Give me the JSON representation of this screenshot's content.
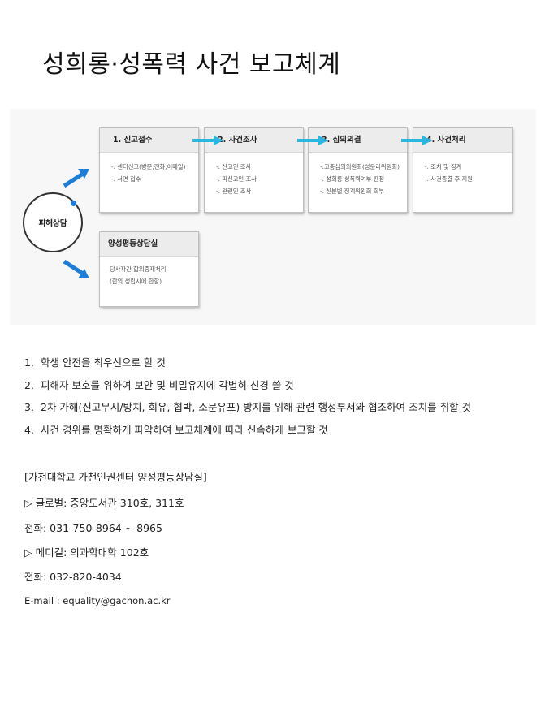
{
  "title": "성희롱·성폭력 사건 보고체계",
  "diagram": {
    "steps": [
      {
        "label": "1. 신고접수",
        "items": [
          "-. 센터신고(방문,전화,이메일)",
          "-. 서면 접수"
        ]
      },
      {
        "label": "2. 사건조사",
        "items": [
          "-. 신고인 조사",
          "-. 피신고인 조사",
          "-. 관련인 조사"
        ]
      },
      {
        "label": "3. 심의의결",
        "items": [
          "-.고충심의의원회(성윤리위원회)",
          "-. 성희롱·성폭력여부 판정",
          "-. 신분별 징계위원회 회부"
        ]
      },
      {
        "label": "4. 사건처리",
        "items": [
          "-. 조치 및 징계",
          "-. 사건종결 후 지원"
        ]
      }
    ],
    "victim_label": "피해상담",
    "center": {
      "label": "양성평등상담실",
      "items": [
        "당사자간 합의중재처리",
        "(합의 성립시에 한함)"
      ]
    },
    "colors": {
      "arrow": "#29b6e0",
      "diagonal_arrow": "#1c7ed6",
      "header_bg": "#ececec"
    }
  },
  "rules": [
    {
      "num": "1.",
      "text": "학생 안전을 최우선으로 할 것"
    },
    {
      "num": "2.",
      "text": "피해자 보호를 위하여 보안 및 비밀유지에 각별히 신경 쓸 것"
    },
    {
      "num": "3.",
      "text": "2차 가해(신고무시/방치, 회유, 협박, 소문유포) 방지를 위해 관련 행정부서와 협조하여 조치를 취할 것"
    },
    {
      "num": "4.",
      "text": "사건 경위를 명확하게 파악하여 보고체계에 따라 신속하게 보고할 것"
    }
  ],
  "contact": {
    "org": "[가천대학교 가천인권센터 양성평등상담실]",
    "marker": "▷",
    "global_location": "글로벌: 중앙도서관 310호, 311호",
    "global_phone": "전화: 031-750-8964 ~ 8965",
    "medical_location": "메디컬: 의과학대학 102호",
    "medical_phone": "전화: 032-820-4034",
    "email": "E-mail : equality@gachon.ac.kr"
  }
}
